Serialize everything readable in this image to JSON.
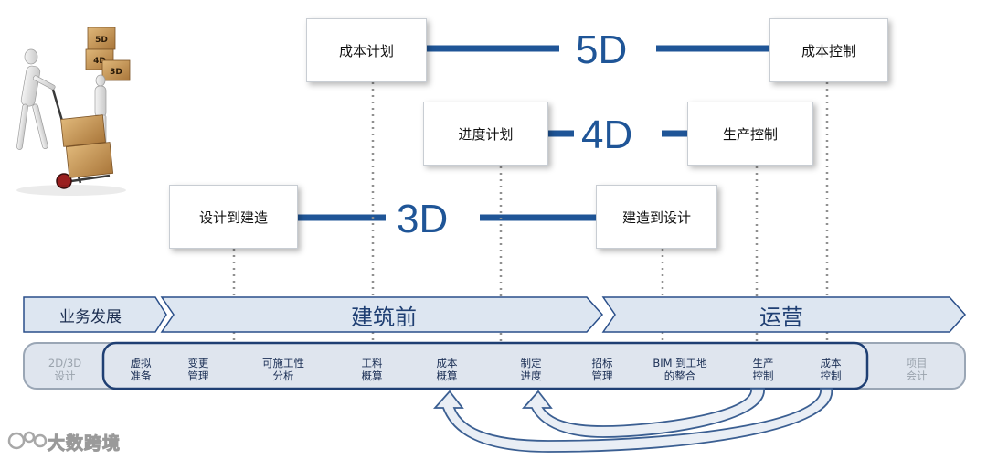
{
  "levels": [
    {
      "label": "5D",
      "left": "成本计划",
      "right": "成本控制"
    },
    {
      "label": "4D",
      "left": "进度计划",
      "right": "生产控制"
    },
    {
      "label": "3D",
      "left": "设计到建造",
      "right": "建造到设计"
    }
  ],
  "phases": {
    "business": "业务发展",
    "pre_construction": "建筑前",
    "operations": "运营"
  },
  "steps": [
    {
      "label": "2D/3D\n设计",
      "muted": true
    },
    {
      "label": "虚拟\n准备",
      "muted": false
    },
    {
      "label": "变更\n管理",
      "muted": false
    },
    {
      "label": "可施工性\n分析",
      "muted": false
    },
    {
      "label": "工料\n概算",
      "muted": false
    },
    {
      "label": "成本\n概算",
      "muted": false
    },
    {
      "label": "制定\n进度",
      "muted": false
    },
    {
      "label": "招标\n管理",
      "muted": false
    },
    {
      "label": "BIM 到工地\n的整合",
      "muted": false
    },
    {
      "label": "生产\n控制",
      "muted": false
    },
    {
      "label": "成本\n控制",
      "muted": false
    },
    {
      "label": "项目\n会计",
      "muted": true
    }
  ],
  "watermark": "大数跨境",
  "illustration": {
    "name": "figures-moving-boxes",
    "box_labels": [
      "5D",
      "4D",
      "3D"
    ]
  },
  "colors": {
    "accent": "#1f5597",
    "arrow_fill": "#dde6f1",
    "arrow_border": "#2a4f8a",
    "track_fill": "#dfe5ee"
  }
}
